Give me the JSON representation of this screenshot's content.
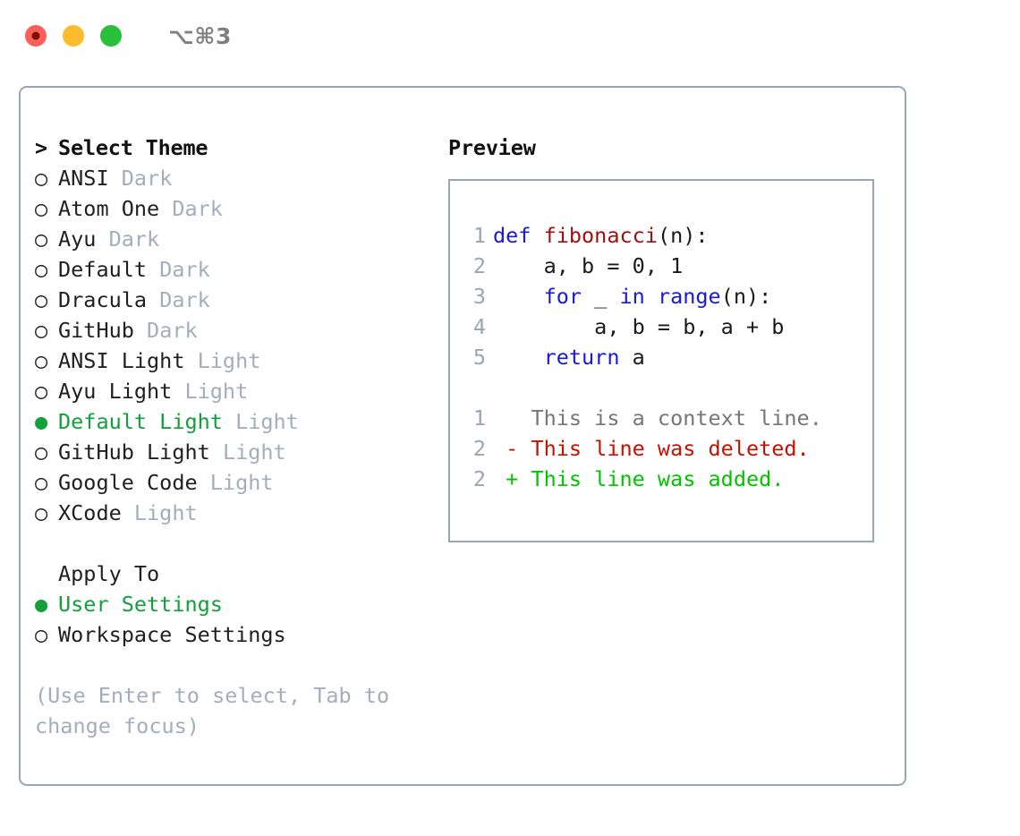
{
  "window": {
    "traffic_lights": [
      {
        "name": "close-button",
        "color": "#fb6058"
      },
      {
        "name": "minimize-button",
        "color": "#fdbc2d"
      },
      {
        "name": "maximize-button",
        "color": "#2ac03a"
      }
    ],
    "shortcut_hint": "⌥⌘3"
  },
  "theme_panel": {
    "heading_marker": "> ",
    "heading": "Select Theme",
    "marker_selected": "● ",
    "marker_unselected": "○ ",
    "selected_accent": "#12a03a",
    "variant_color": "#a4adbb",
    "items": [
      {
        "name": "ANSI",
        "variant": "Dark",
        "selected": false
      },
      {
        "name": "Atom One",
        "variant": "Dark",
        "selected": false
      },
      {
        "name": "Ayu",
        "variant": "Dark",
        "selected": false
      },
      {
        "name": "Default",
        "variant": "Dark",
        "selected": false
      },
      {
        "name": "Dracula",
        "variant": "Dark",
        "selected": false
      },
      {
        "name": "GitHub",
        "variant": "Dark",
        "selected": false
      },
      {
        "name": "ANSI Light",
        "variant": "Light",
        "selected": false
      },
      {
        "name": "Ayu Light",
        "variant": "Light",
        "selected": false
      },
      {
        "name": "Default Light",
        "variant": "Light",
        "selected": true
      },
      {
        "name": "GitHub Light",
        "variant": "Light",
        "selected": false
      },
      {
        "name": "Google Code",
        "variant": "Light",
        "selected": false
      },
      {
        "name": "XCode",
        "variant": "Light",
        "selected": false
      }
    ]
  },
  "apply_to": {
    "heading": "Apply To",
    "options": [
      {
        "label": "User Settings",
        "selected": true
      },
      {
        "label": "Workspace Settings",
        "selected": false
      }
    ]
  },
  "help": {
    "text": "(Use Enter to select, Tab to change focus)"
  },
  "preview": {
    "heading": "Preview",
    "code_lines": [
      {
        "no": "1",
        "tokens": [
          {
            "t": "def ",
            "c": "kw"
          },
          {
            "t": "fibonacci",
            "c": "fn"
          },
          {
            "t": "(n):",
            "c": "plain"
          }
        ]
      },
      {
        "no": "2",
        "tokens": [
          {
            "t": "    a, b = 0, 1",
            "c": "plain"
          }
        ]
      },
      {
        "no": "3",
        "tokens": [
          {
            "t": "    ",
            "c": "plain"
          },
          {
            "t": "for",
            "c": "kw"
          },
          {
            "t": " _ ",
            "c": "plain"
          },
          {
            "t": "in",
            "c": "kw"
          },
          {
            "t": " ",
            "c": "plain"
          },
          {
            "t": "range",
            "c": "kw"
          },
          {
            "t": "(n):",
            "c": "plain"
          }
        ]
      },
      {
        "no": "4",
        "tokens": [
          {
            "t": "        a, b = b, a + b",
            "c": "plain"
          }
        ]
      },
      {
        "no": "5",
        "tokens": [
          {
            "t": "    ",
            "c": "plain"
          },
          {
            "t": "return",
            "c": "kw"
          },
          {
            "t": " a",
            "c": "plain"
          }
        ]
      }
    ],
    "diff_lines": [
      {
        "no": "1",
        "sign": " ",
        "text": " This is a context line.",
        "kind": "ctx"
      },
      {
        "no": "2",
        "sign": "-",
        "text": " This line was deleted.",
        "kind": "del"
      },
      {
        "no": "2",
        "sign": "+",
        "text": " This line was added.",
        "kind": "add"
      }
    ],
    "colors": {
      "keyword": "#1818e0",
      "function": "#9e1010",
      "plain": "#1a1a1a",
      "lineno": "#9aa5b4",
      "context": "#767676",
      "deleted": "#c41100",
      "added": "#00c400",
      "border": "#9aa5b4"
    }
  }
}
